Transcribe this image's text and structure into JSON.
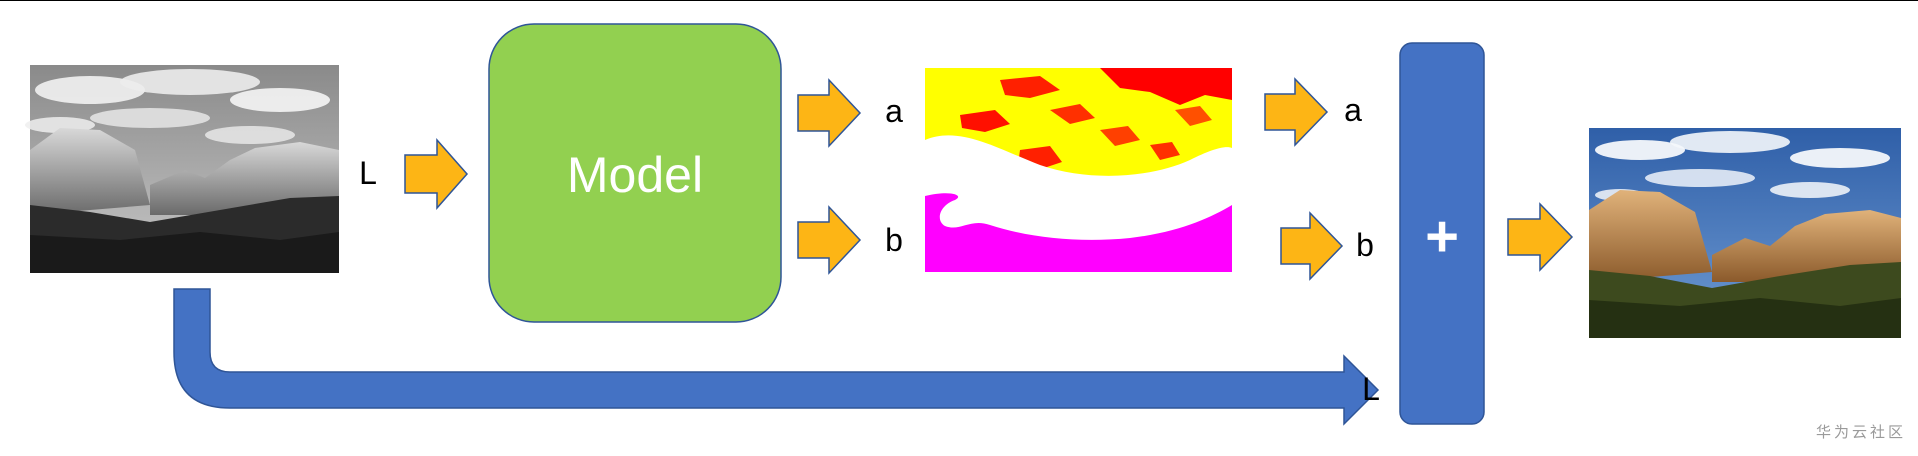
{
  "diagram": {
    "model_label": "Model",
    "labels": {
      "input_l": "L",
      "out_a": "a",
      "out_b": "b",
      "merge_a": "a",
      "merge_b": "b",
      "skip_l": "L",
      "plus": "+"
    },
    "watermark": "华为云社区"
  },
  "colors": {
    "arrow_fill": "#FDB515",
    "arrow_stroke": "#2F5597",
    "blue": "#4472C4",
    "model_green": "#92D050",
    "a_yellow": "#FFFF00",
    "a_red": "#FF0000",
    "b_magenta": "#FF00FF",
    "sky_blue": "#3C6DB4",
    "rock_tan": "#C8955A"
  },
  "icons": {
    "gray_photo": "grayscale-valley-photo",
    "a_map": "a-channel-map",
    "b_map": "b-channel-map",
    "color_photo": "colorized-valley-photo"
  }
}
